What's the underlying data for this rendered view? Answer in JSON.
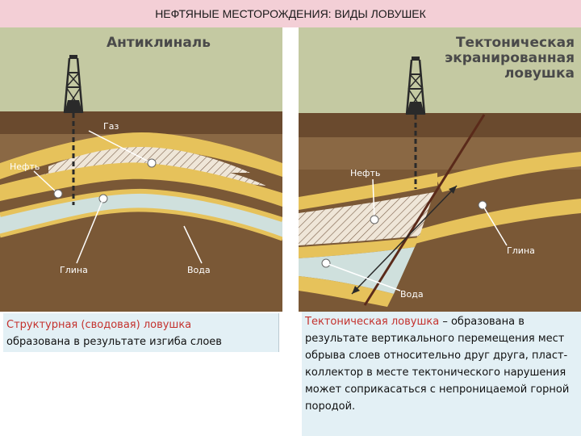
{
  "title": "НЕФТЯНЫЕ МЕСТОРОЖДЕНИЯ: ВИДЫ ЛОВУШЕК",
  "left": {
    "heading": "Антиклиналь",
    "labels": {
      "gas": "Газ",
      "oil": "Нефть",
      "clay": "Глина",
      "water": "Вода"
    },
    "caption_title": "Структурная (сводовая) ловушка",
    "caption_text": "образована в результате изгиба слоев"
  },
  "right": {
    "heading_line1": "Тектоническая",
    "heading_line2": "экранированная",
    "heading_line3": "ловушка",
    "labels": {
      "oil": "Нефть",
      "clay": "Глина",
      "water": "Вода"
    },
    "caption_title": "Тектоническая ловушка",
    "caption_text": " – образована в результате вертикального перемещения мест обрыва слоев относительно друг друга, пласт-коллектор в месте тектонического нарушения может соприкасаться с непроницаемой горной породой."
  },
  "colors": {
    "sky": "#c4c9a2",
    "soil_dark": "#6a4a2e",
    "soil_mid": "#8a6844",
    "sandstone": "#e6c25b",
    "water": "#cfe0dd",
    "title_bg": "#f3cfd6",
    "caption_bg": "#e3f0f5",
    "accent_red": "#c4322e"
  }
}
